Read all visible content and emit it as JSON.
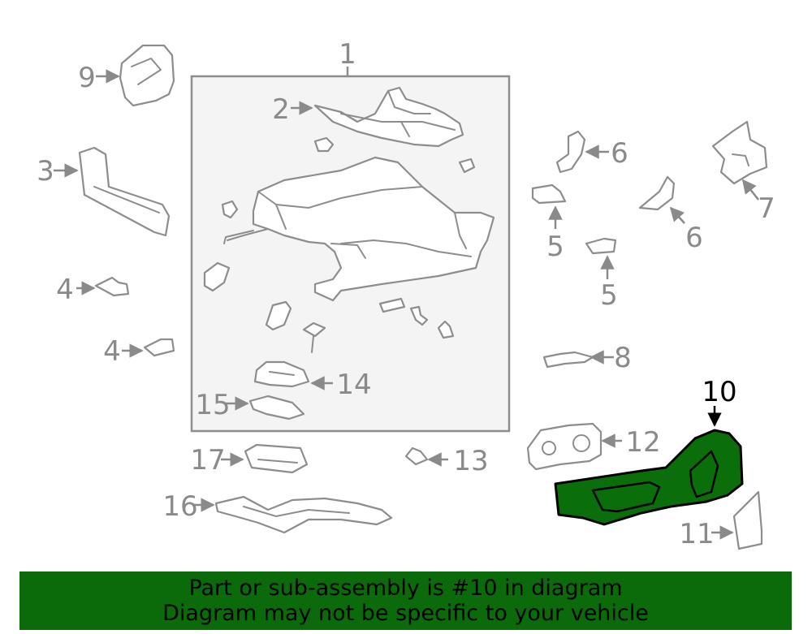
{
  "callouts": {
    "c1": "1",
    "c2": "2",
    "c3": "3",
    "c4a": "4",
    "c4b": "4",
    "c5a": "5",
    "c5b": "5",
    "c6a": "6",
    "c6b": "6",
    "c7": "7",
    "c8": "8",
    "c9": "9",
    "c10": "10",
    "c11": "11",
    "c12": "12",
    "c13": "13",
    "c14": "14",
    "c15": "15",
    "c16": "16",
    "c17": "17"
  },
  "highlighted_part": "10",
  "colors": {
    "highlight_fill": "#0a6e0a",
    "banner_bg": "#0b6b0b",
    "line_gray": "#8d8d8d",
    "frame_bg": "#f4f4f4"
  },
  "banner": {
    "line1": "Part or sub-assembly is #10 in diagram",
    "line2": "Diagram may not be specific to your vehicle"
  }
}
